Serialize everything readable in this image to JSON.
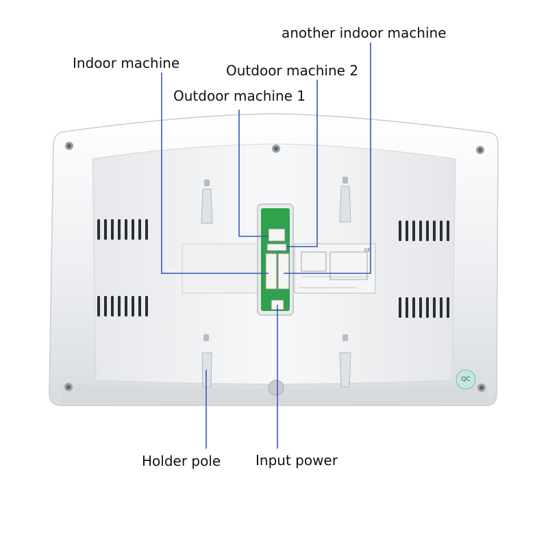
{
  "labels": {
    "another_indoor": "another indoor machine",
    "indoor": "Indoor machine",
    "outdoor_2": "Outdoor machine 2",
    "outdoor_1": "Outdoor machine 1",
    "holder_pole": "Holder pole",
    "input_power": "Input power"
  },
  "device": {
    "qc_sticker": "QC",
    "ce_mark": "CE"
  },
  "colors": {
    "leader_line": "#3a55b4",
    "housing": "#f2f3f5",
    "pcb": "#2fa24c"
  }
}
